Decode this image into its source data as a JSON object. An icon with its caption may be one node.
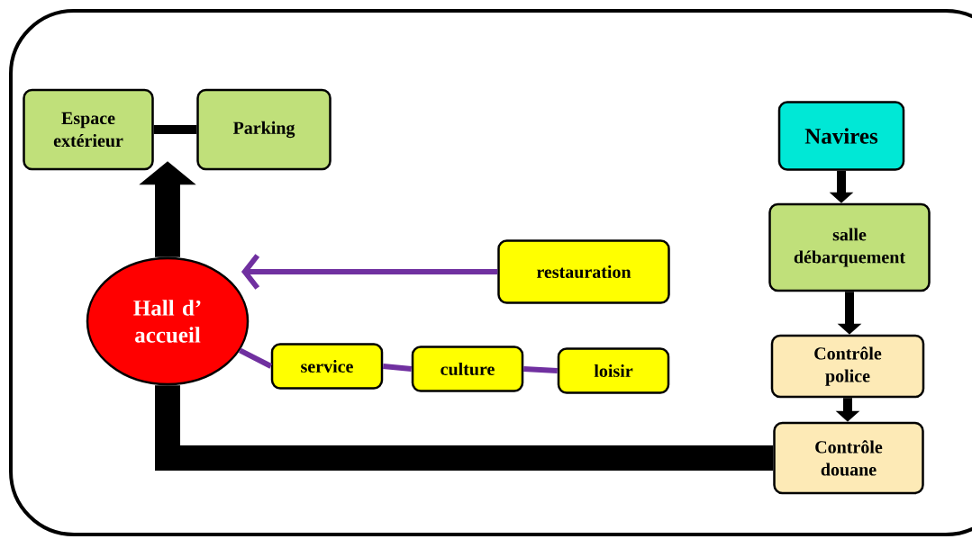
{
  "diagram": {
    "nodes": [
      {
        "text": [
          "Espace extérieur"
        ]
      },
      {
        "text": [
          "Parking"
        ]
      },
      {
        "text": [
          "Navires"
        ]
      },
      {
        "text": [
          "salle débarquement"
        ]
      },
      {
        "text": [
          "Hall d’ accueil"
        ]
      },
      {
        "text": [
          "restauration"
        ]
      },
      {
        "text": [
          "service"
        ]
      },
      {
        "text": [
          "culture"
        ]
      },
      {
        "text": [
          "loisir"
        ]
      },
      {
        "text": [
          "Contrôle police"
        ]
      },
      {
        "text": [
          "Contrôle douane"
        ]
      }
    ],
    "edges": [
      {
        "from": 0,
        "to": 1,
        "arrow": "none"
      },
      {
        "from": 4,
        "to": 0,
        "arrow": "to",
        "style": "thick"
      },
      {
        "from": 10,
        "to": 4,
        "arrow": "none",
        "style": "thick"
      },
      {
        "from": 5,
        "to": 4,
        "arrow": "to",
        "color": "#7030a0"
      },
      {
        "from": 4,
        "to": 6,
        "arrow": "none",
        "color": "#7030a0"
      },
      {
        "from": 6,
        "to": 7,
        "arrow": "none",
        "color": "#7030a0"
      },
      {
        "from": 7,
        "to": 8,
        "arrow": "none",
        "color": "#7030a0"
      },
      {
        "from": 2,
        "to": 3,
        "arrow": "to"
      },
      {
        "from": 3,
        "to": 9,
        "arrow": "to"
      },
      {
        "from": 9,
        "to": 10,
        "arrow": "to"
      }
    ]
  }
}
